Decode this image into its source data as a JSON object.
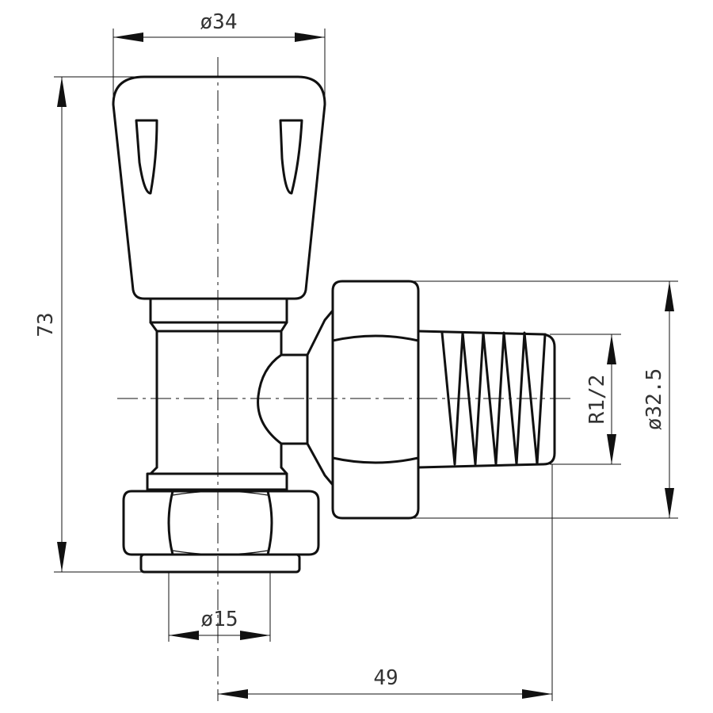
{
  "drawing": {
    "subject": "",
    "dimensions": {
      "top_width": "ø34",
      "overall_height": "73",
      "thread_size": "R1/2",
      "outlet_diameter": "ø32.5",
      "pipe_diameter": "ø15",
      "offset_length": "49"
    }
  }
}
